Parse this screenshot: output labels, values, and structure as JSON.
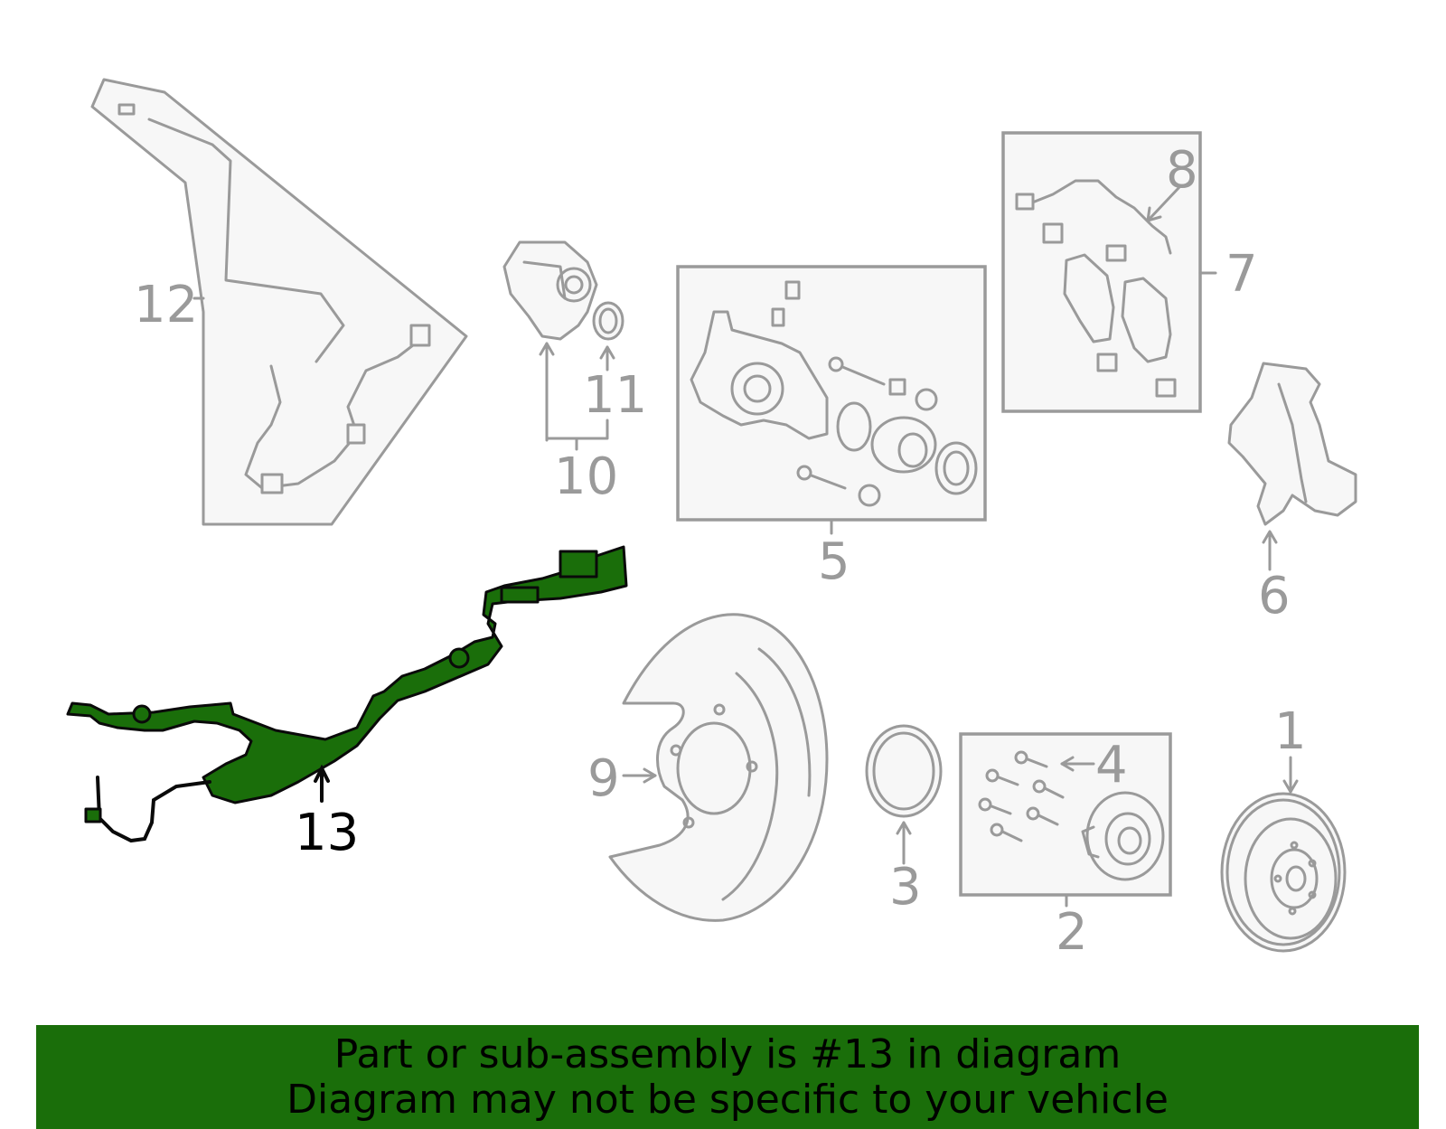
{
  "callouts": {
    "c1": "1",
    "c2": "2",
    "c3": "3",
    "c4": "4",
    "c5": "5",
    "c6": "6",
    "c7": "7",
    "c8": "8",
    "c9": "9",
    "c10": "10",
    "c11": "11",
    "c12": "12",
    "c13": "13"
  },
  "highlighted_part": "13",
  "colors": {
    "highlight": "#1a6e0a",
    "outline": "#9a9a9a",
    "banner": "#1a6e0a"
  },
  "banner": {
    "line1": "Part or sub-assembly is #13 in diagram",
    "line2": "Diagram may not be specific to your vehicle"
  }
}
